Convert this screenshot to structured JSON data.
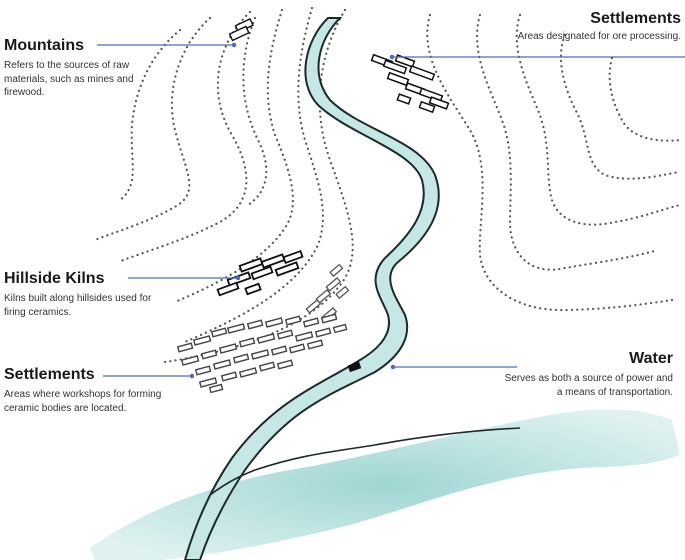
{
  "labels": {
    "mountains": {
      "title": "Mountains",
      "description": "Refers to the sources of raw materials, such as mines and firewood."
    },
    "settlements_ore": {
      "title": "Settlements",
      "description": "Areas designated for ore processing."
    },
    "hillside_kilns": {
      "title": "Hillside Kilns",
      "description": "Kilns built along hillsides used for firing ceramics."
    },
    "settlements_workshops": {
      "title": "Settlements",
      "description": "Areas where workshops for forming ceramic bodies are located."
    },
    "water": {
      "title": "Water",
      "description": "Serves as both a source of power and a means of transportation."
    }
  },
  "colors": {
    "leader_line": "#4a6fb5",
    "river_fill": "#bfe4e2",
    "river_edge": "#1e2a2a",
    "contour_dots": "#555555",
    "building_stroke": "#111111"
  }
}
